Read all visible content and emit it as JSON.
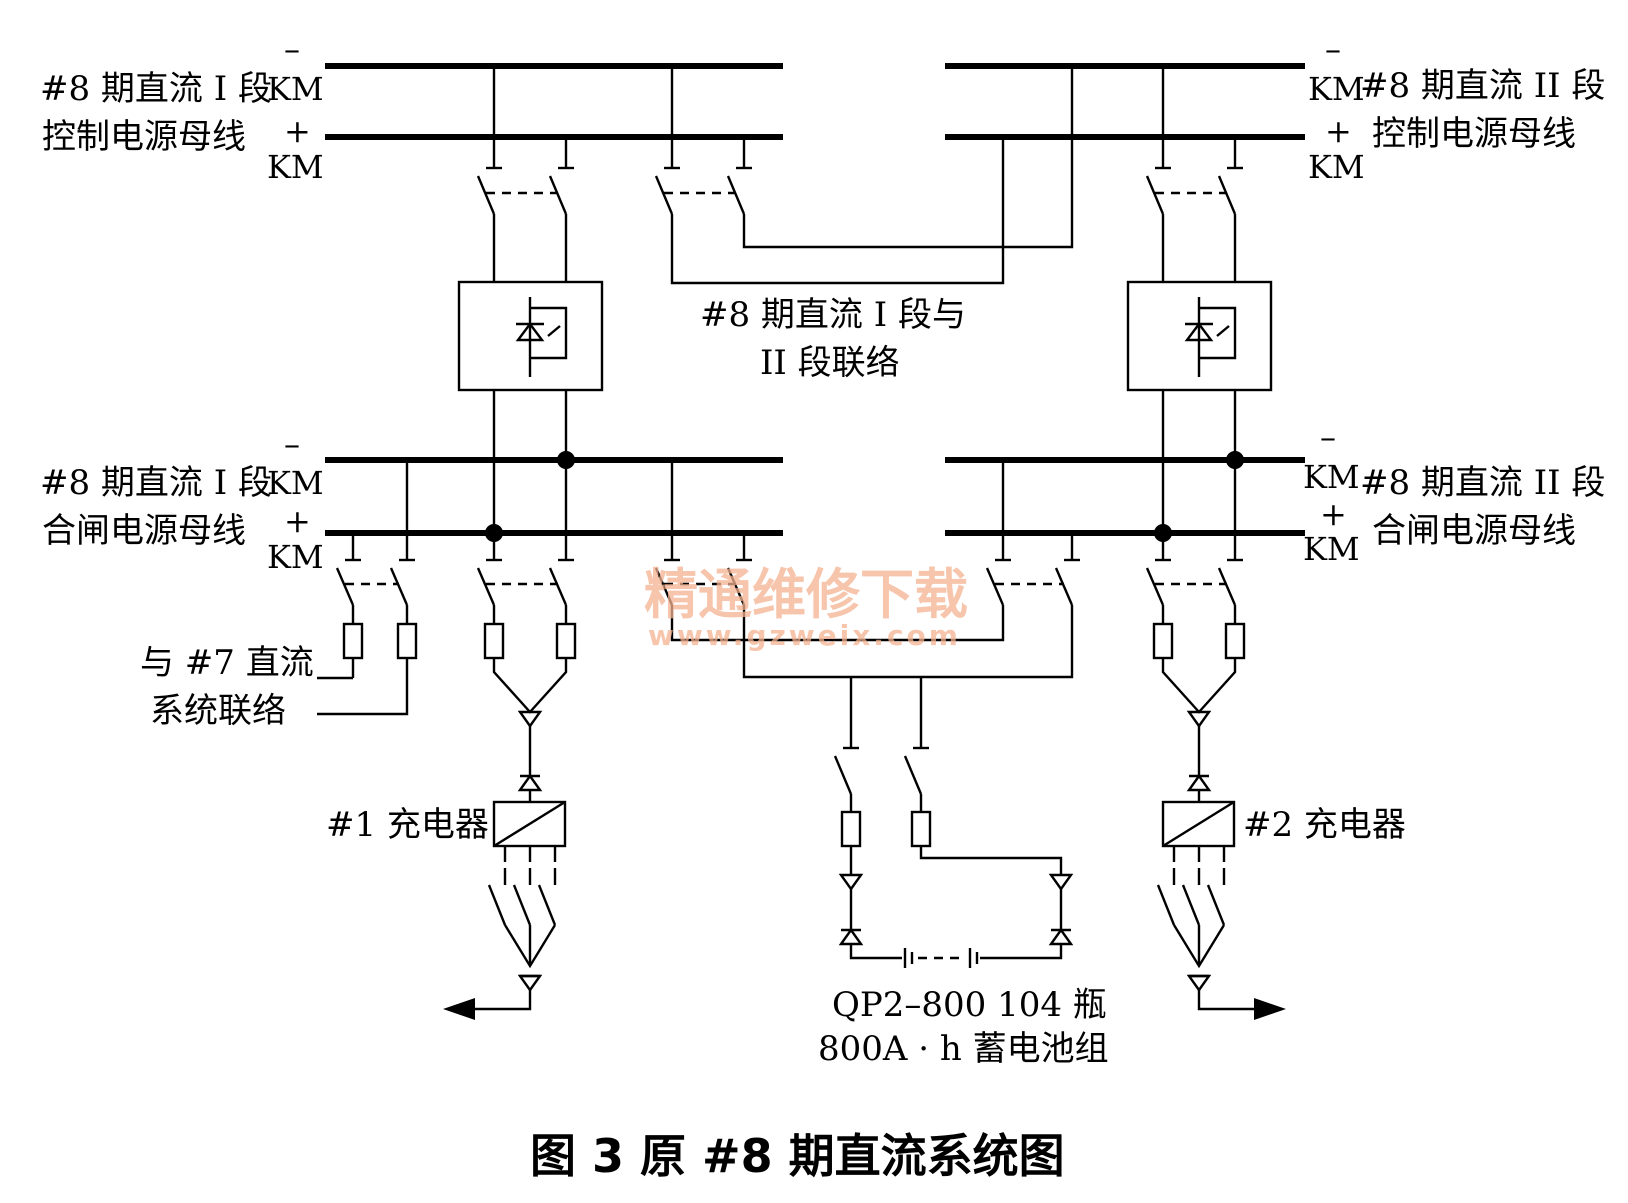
{
  "labels": {
    "ctl_bus_1_line1": "#8 期直流 I 段",
    "ctl_bus_1_line2": "控制电源母线",
    "ctl_bus_2_line1": "#8 期直流 II 段",
    "ctl_bus_2_line2": "控制电源母线",
    "cls_bus_1_line1": "#8 期直流 I 段",
    "cls_bus_1_line2": "合闸电源母线",
    "cls_bus_2_line1": "#8 期直流 II 段",
    "cls_bus_2_line2": "合闸电源母线",
    "tie_line1": "#8 期直流 I 段与",
    "tie_line2": "II 段联络",
    "link7_line1": "与 #7 直流",
    "link7_line2": "系统联络",
    "charger1": "#1 充电器",
    "charger2": "#2 充电器",
    "battery_line1": "QP2–800 104 瓶",
    "battery_line2": "800A · h 蓄电池组",
    "caption": "图 3   原 #8 期直流系统图"
  },
  "symbols": {
    "minus": "–",
    "plus": "+",
    "km": "KM"
  },
  "watermark": {
    "cn": "精通维修下载",
    "url": "www.gzweix.com"
  }
}
